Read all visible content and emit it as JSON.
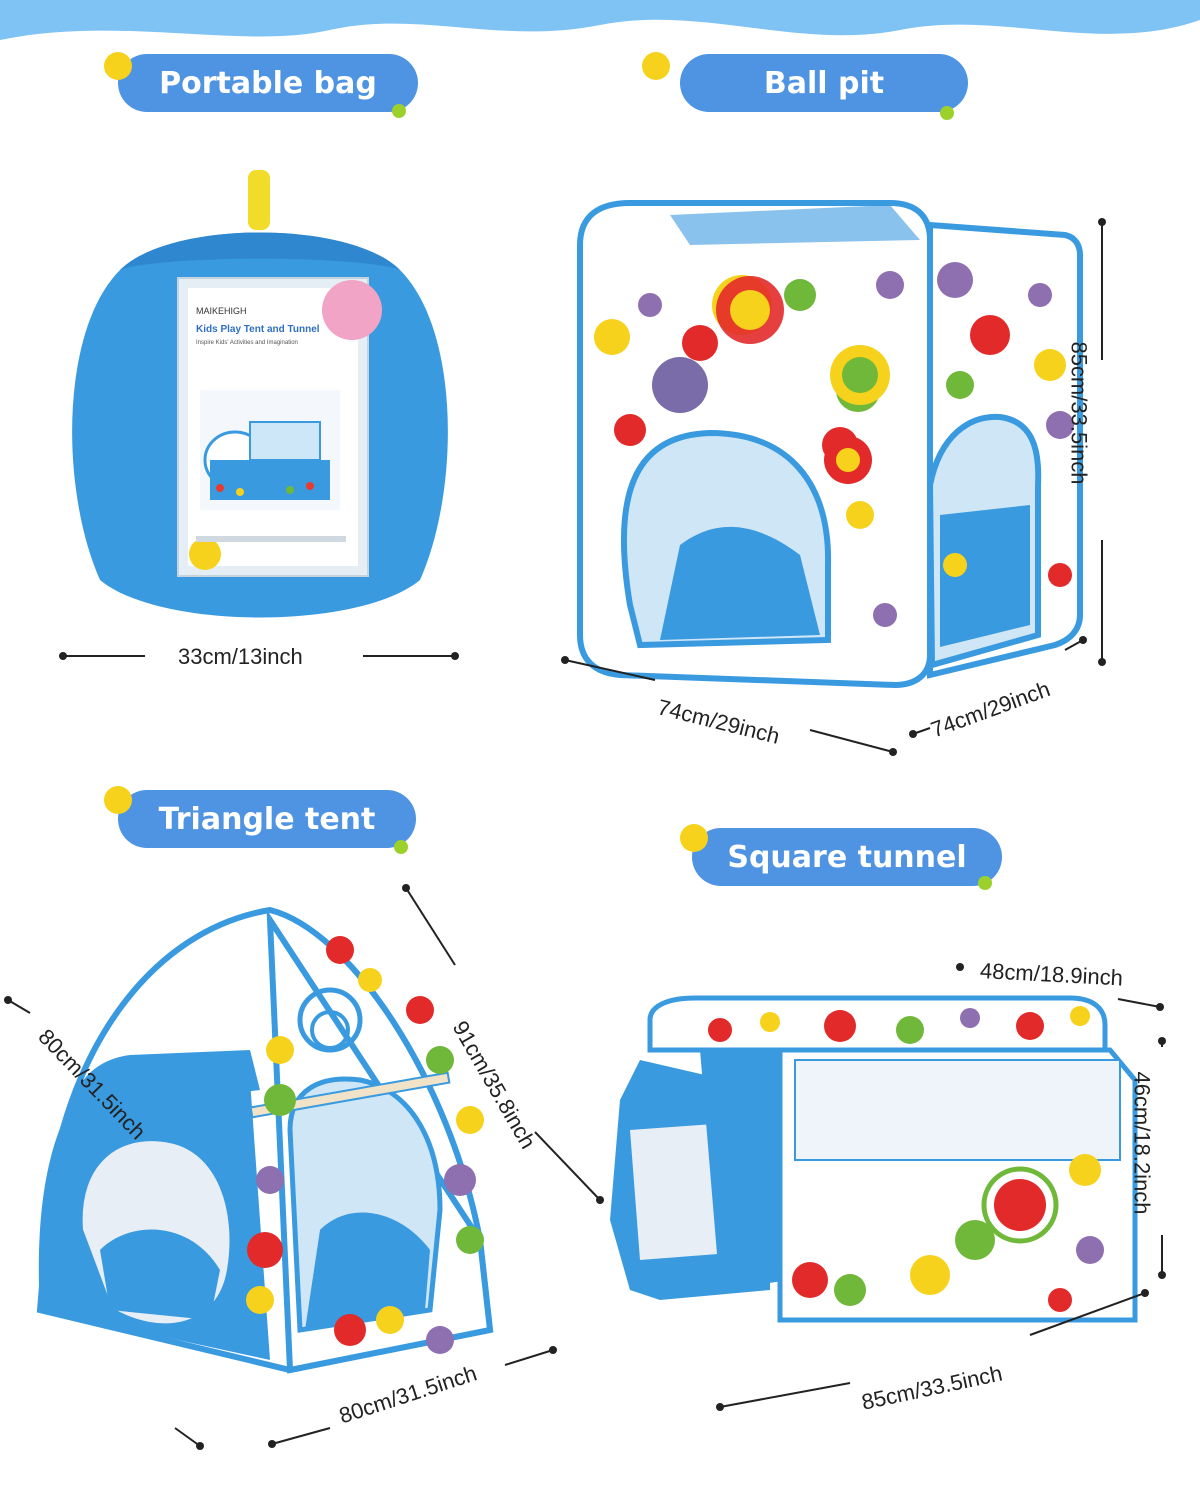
{
  "sections": {
    "portable_bag": {
      "title": "Portable bag",
      "width": "33cm/13inch",
      "card": {
        "brand": "MAIKEHIGH",
        "product": "Kids Play Tent and Tunnel",
        "tagline": "Inspire Kids' Activities and Imagination"
      }
    },
    "ball_pit": {
      "title": "Ball pit",
      "height": "85cm/33.5inch",
      "length": "74cm/29inch",
      "width": "74cm/29inch"
    },
    "triangle_tent": {
      "title": "Triangle tent",
      "height": "91cm/35.8inch",
      "side_a": "80cm/31.5inch",
      "side_b": "80cm/31.5inch"
    },
    "square_tunnel": {
      "title": "Square tunnel",
      "top": "48cm/18.9inch",
      "height": "46cm/18.2inch",
      "length": "85cm/33.5inch"
    }
  },
  "colors": {
    "label_blue": "#4f93e3",
    "tent_blue": "#3a9ae0",
    "dot_yellow": "#f7d21c",
    "dot_green": "#9bd12a"
  }
}
